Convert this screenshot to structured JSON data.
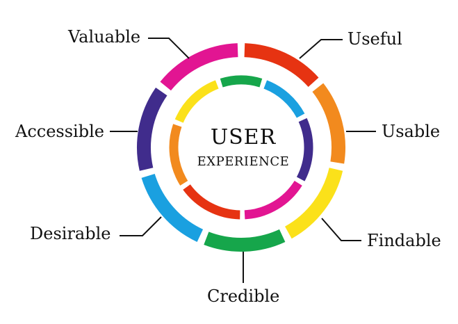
{
  "center": {
    "title": "USER",
    "subtitle": "EXPERIENCE"
  },
  "labels": {
    "useful": "Useful",
    "usable": "Usable",
    "findable": "Findable",
    "credible": "Credible",
    "desirable": "Desirable",
    "accessible": "Accessible",
    "valuable": "Valuable"
  },
  "colors": {
    "useful": "#e63312",
    "usable": "#f28a1e",
    "findable": "#fbe11a",
    "credible": "#16a64b",
    "desirable": "#1aa0e0",
    "accessible": "#402c8c",
    "valuable": "#e21592"
  }
}
